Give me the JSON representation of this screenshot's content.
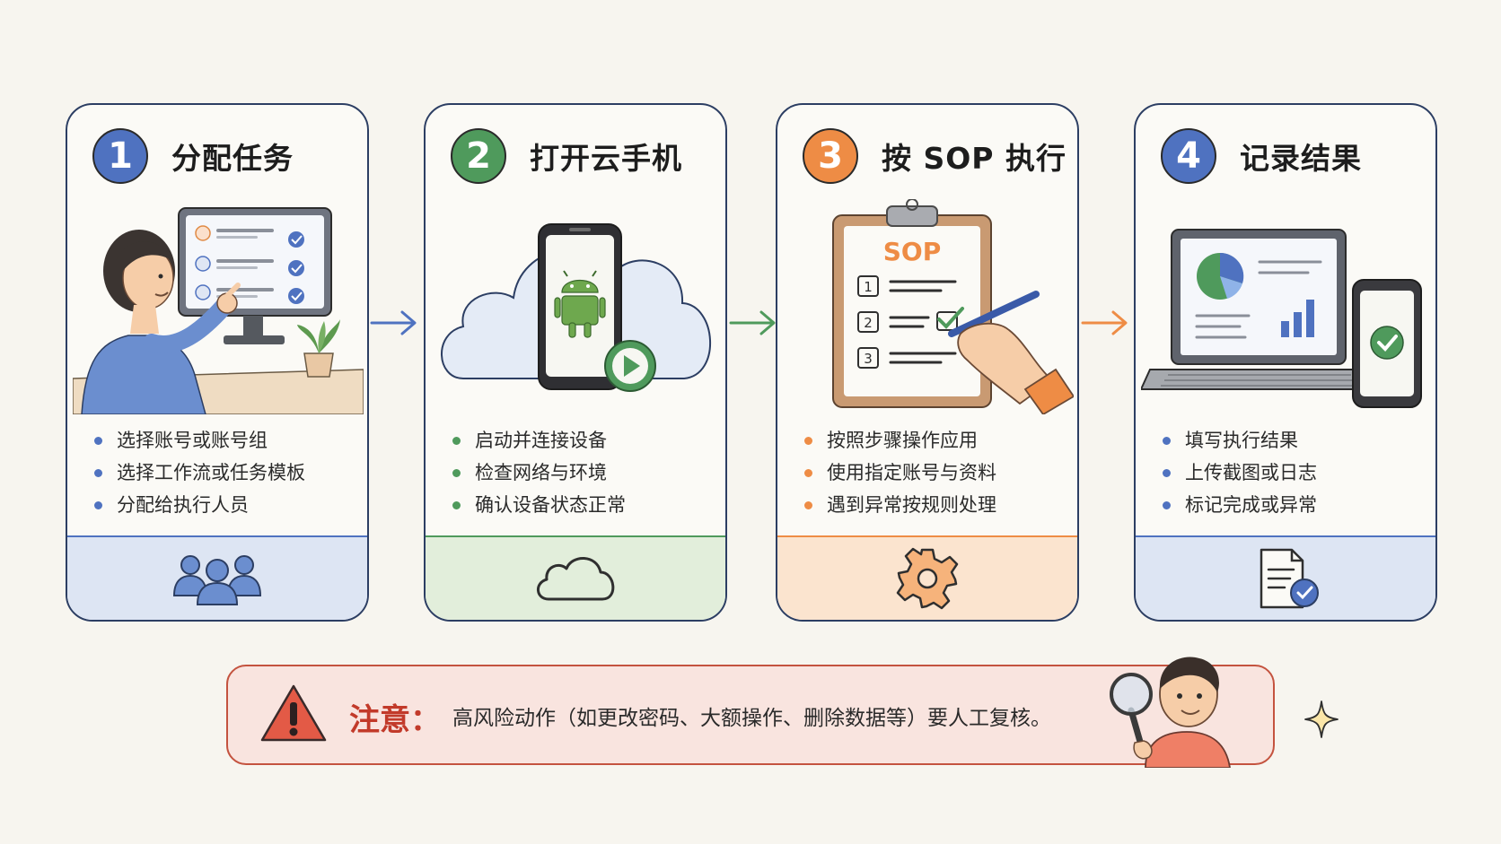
{
  "colors": {
    "blue": "#4f72c0",
    "green": "#4f9a5c",
    "orange": "#ee8c45",
    "red": "#c23a2a",
    "outline": "#2c3e63"
  },
  "steps": [
    {
      "number": "1",
      "title": "分配任务",
      "bullets": [
        "选择账号或账号组",
        "选择工作流或任务模板",
        "分配给执行人员"
      ],
      "illustration": "person-at-monitor-assigning",
      "footer_icon": "users-group-icon"
    },
    {
      "number": "2",
      "title": "打开云手机",
      "bullets": [
        "启动并连接设备",
        "检查网络与环境",
        "确认设备状态正常"
      ],
      "illustration": "android-phone-in-cloud",
      "footer_icon": "cloud-icon"
    },
    {
      "number": "3",
      "title": "按 SOP 执行",
      "bullets": [
        "按照步骤操作应用",
        "使用指定账号与资料",
        "遇到异常按规则处理"
      ],
      "illustration": "sop-clipboard-checklist",
      "clipboard_label": "SOP",
      "clipboard_steps": [
        "1",
        "2",
        "3"
      ],
      "footer_icon": "gear-icon"
    },
    {
      "number": "4",
      "title": "记录结果",
      "bullets": [
        "填写执行结果",
        "上传截图或日志",
        "标记完成或异常"
      ],
      "illustration": "laptop-and-phone-with-report",
      "footer_icon": "document-check-icon"
    }
  ],
  "note": {
    "title": "注意：",
    "text": "高风险动作（如更改密码、大额操作、删除数据等）要人工复核。",
    "icon": "warning-triangle-icon",
    "illustration": "boy-with-magnifier"
  }
}
